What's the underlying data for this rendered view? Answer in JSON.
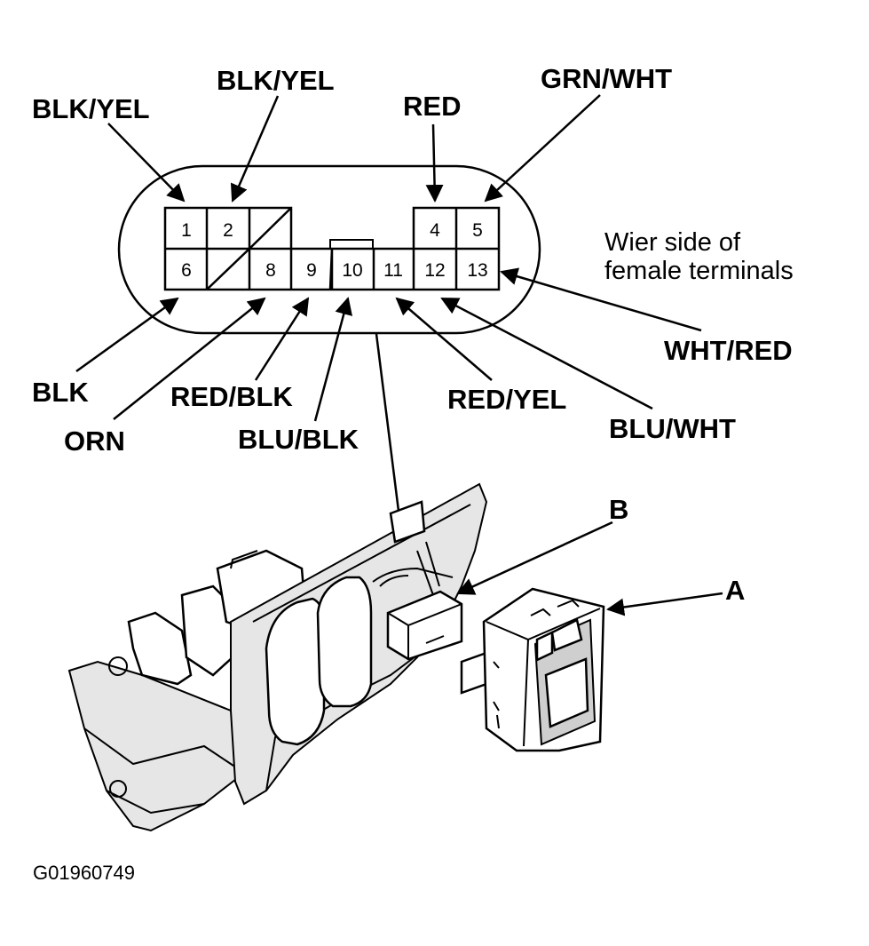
{
  "connector": {
    "note_line1": "Wier side of",
    "note_line2": "female terminals",
    "pins": {
      "p1": "1",
      "p2": "2",
      "p4": "4",
      "p5": "5",
      "p6": "6",
      "p8": "8",
      "p9": "9",
      "p10": "10",
      "p11": "11",
      "p12": "12",
      "p13": "13"
    }
  },
  "wires": {
    "pin1": "BLK/YEL",
    "pin2": "BLK/YEL",
    "pin4": "RED",
    "pin5": "GRN/WHT",
    "pin6": "BLK",
    "pin8": "ORN",
    "pin9": "RED/BLK",
    "pin10": "BLU/BLK",
    "pin12": "BLU/WHT",
    "pin11": "RED/YEL",
    "pin13": "WHT/RED"
  },
  "callouts": {
    "a": "A",
    "b": "B"
  },
  "figure_code": "G01960749"
}
